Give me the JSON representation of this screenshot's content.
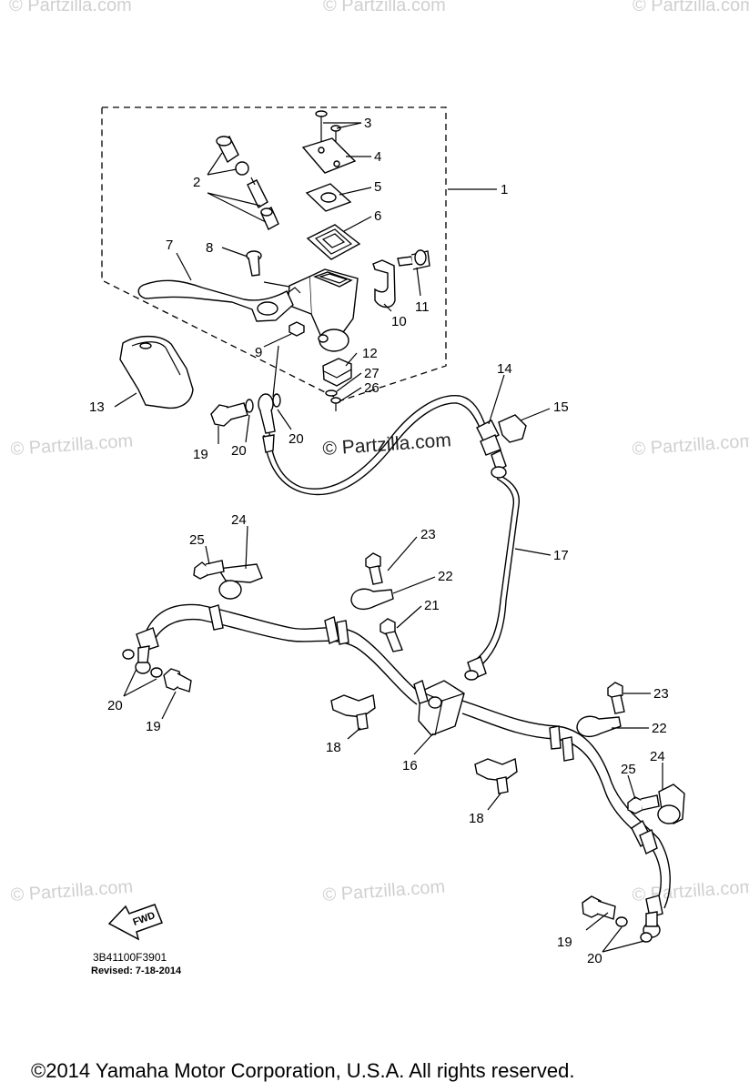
{
  "watermark": {
    "text": "© Partzilla.com",
    "main_text": "© Partzilla.com"
  },
  "callouts": {
    "n1": "1",
    "n2": "2",
    "n3": "3",
    "n4": "4",
    "n5": "5",
    "n6": "6",
    "n7": "7",
    "n8": "8",
    "n9": "9",
    "n10": "10",
    "n11": "11",
    "n12": "12",
    "n13": "13",
    "n14": "14",
    "n15": "15",
    "n16": "16",
    "n17": "17",
    "n18a": "18",
    "n18b": "18",
    "n19a": "19",
    "n19b": "19",
    "n19c": "19",
    "n20a": "20",
    "n20b": "20",
    "n20c": "20",
    "n20d": "20",
    "n21": "21",
    "n22a": "22",
    "n22b": "22",
    "n23a": "23",
    "n23b": "23",
    "n24a": "24",
    "n24b": "24",
    "n25a": "25",
    "n25b": "25",
    "n26": "26",
    "n27": "27"
  },
  "fwd_label": "FWD",
  "diagram_code": "3B41100F3901",
  "revised": "Revised: 7-18-2014",
  "copyright": "©2014  Yamaha Motor Corporation, U.S.A. All rights reserved."
}
